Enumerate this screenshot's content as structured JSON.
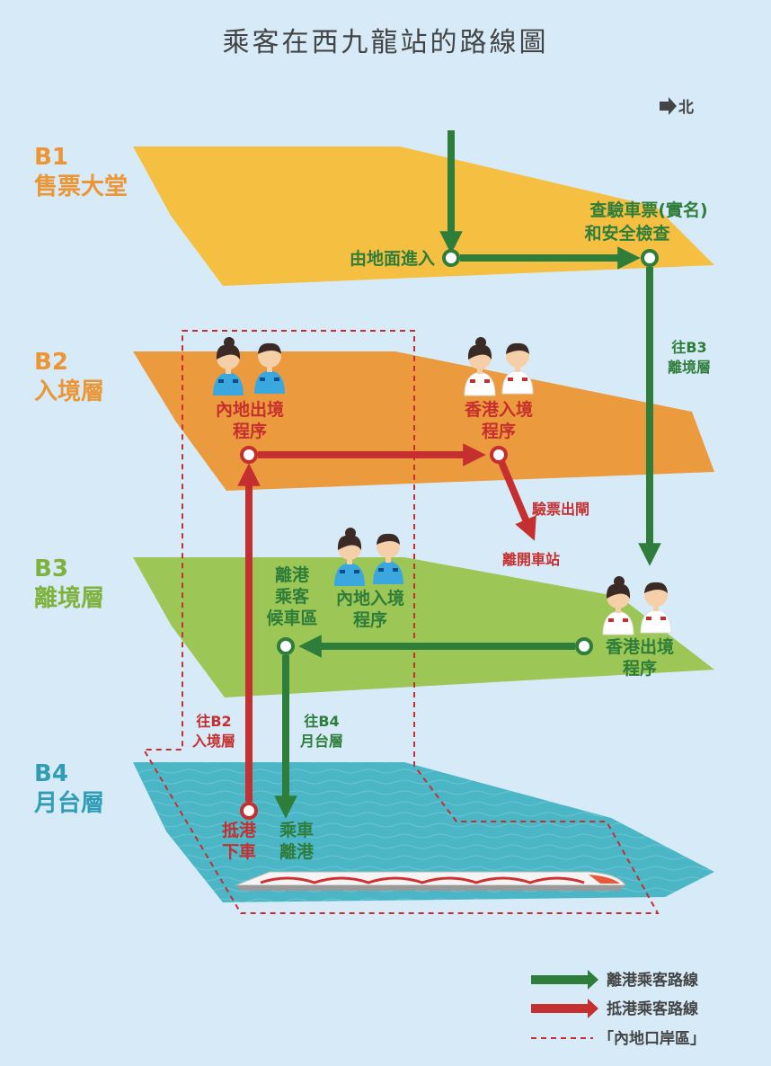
{
  "title": "乘客在西九龍站的路線圖",
  "north": "北",
  "levels": [
    {
      "code": "B1",
      "name": "售票大堂",
      "color": "#f5c042",
      "text_color": "#ec9535"
    },
    {
      "code": "B2",
      "name": "入境層",
      "color": "#ec9a3e",
      "text_color": "#ec9535"
    },
    {
      "code": "B3",
      "name": "離境層",
      "color": "#9cc655",
      "text_color": "#7fb23d"
    },
    {
      "code": "B4",
      "name": "月台層",
      "color": "#4ab6c6",
      "text_color": "#2f9db6"
    }
  ],
  "labels": {
    "enter_ground": "由地面進入",
    "ticket_check_1": "查驗車票(實名)",
    "ticket_check_2": "和安全檢查",
    "to_b3_1": "往B3",
    "to_b3_2": "離境層",
    "mainland_exit_1": "內地出境",
    "mainland_exit_2": "程序",
    "hk_entry_1": "香港入境",
    "hk_entry_2": "程序",
    "ticket_gate": "驗票出閘",
    "leave_station": "離開車站",
    "waiting_1": "離港",
    "waiting_2": "乘客",
    "waiting_3": "候車區",
    "mainland_entry_1": "內地入境",
    "mainland_entry_2": "程序",
    "hk_exit_1": "香港出境",
    "hk_exit_2": "程序",
    "to_b2_1": "往B2",
    "to_b2_2": "入境層",
    "to_b4_1": "往B4",
    "to_b4_2": "月台層",
    "arrive_1": "抵港",
    "arrive_2": "下車",
    "board_1": "乘車",
    "board_2": "離港"
  },
  "legend": [
    {
      "label": "離港乘客路線",
      "color": "#2e7d3b",
      "style": "arrow"
    },
    {
      "label": "抵港乘客路線",
      "color": "#c62f2f",
      "style": "arrow"
    },
    {
      "label": "「內地口岸區」",
      "color": "#c62f2f",
      "style": "dashed"
    }
  ],
  "colors": {
    "departure": "#2e7d3b",
    "arrival": "#c62f2f",
    "background": "#d6ebf7"
  }
}
